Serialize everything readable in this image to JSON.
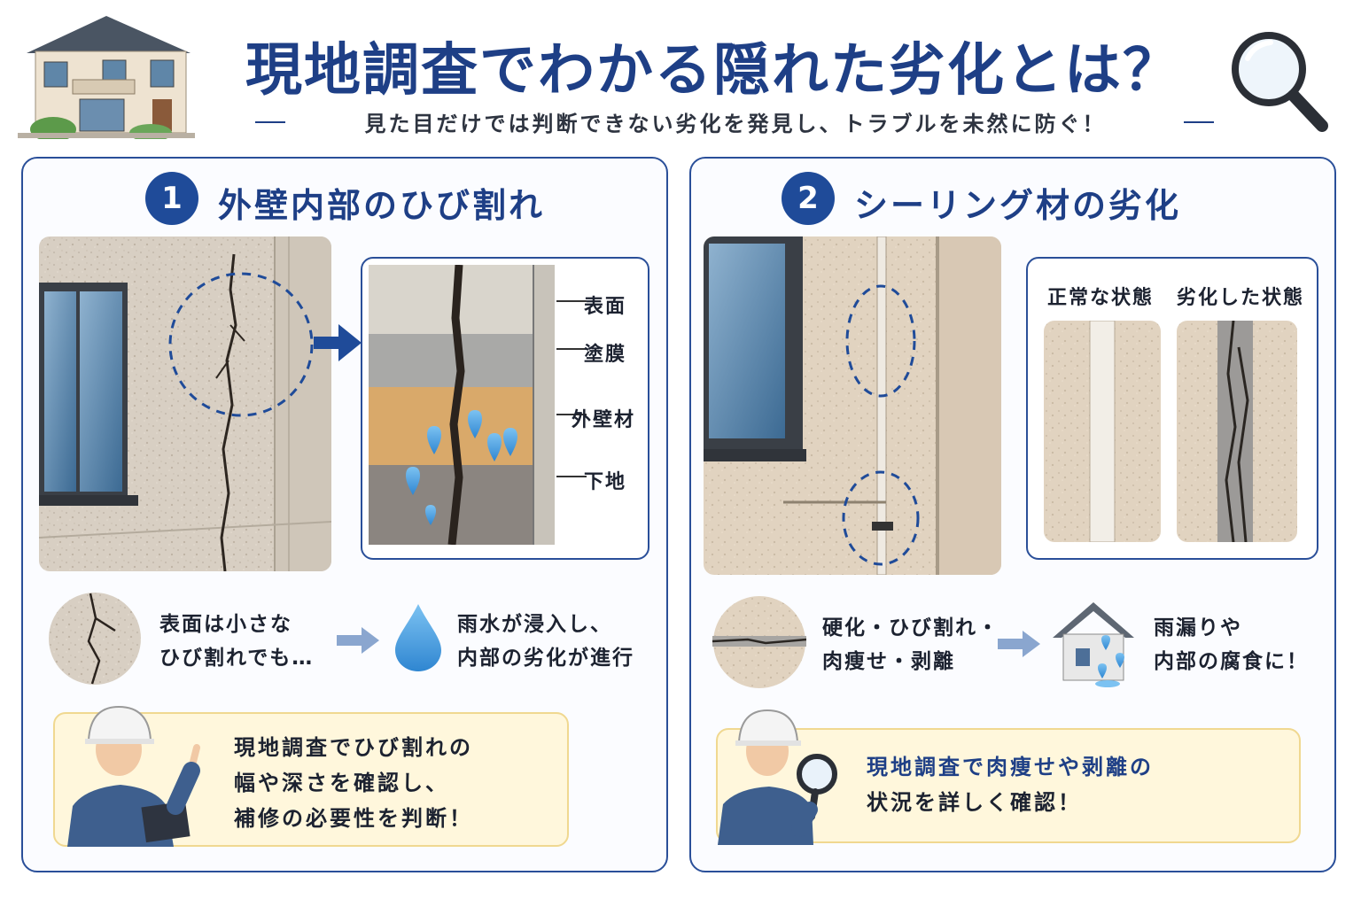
{
  "header": {
    "title": "現地調査でわかる隠れた劣化とは？",
    "subtitle": "見た目だけでは判断できない劣化を発見し、トラブルを未然に防ぐ！",
    "icons": [
      "house-illustration-icon",
      "magnifier-icon"
    ]
  },
  "panel1": {
    "number": "1",
    "title": "外壁内部のひび割れ",
    "layers": [
      "表面",
      "塗膜",
      "外壁材",
      "下地"
    ],
    "step1_lines": [
      "表面は小さな",
      "ひび割れでも…"
    ],
    "step2_lines": [
      "雨水が浸入し、",
      "内部の劣化が進行"
    ],
    "note_lines": [
      "現地調査でひび割れの",
      "幅や深さを確認し、",
      "補修の必要性を判断！"
    ]
  },
  "panel2": {
    "number": "2",
    "title": "シーリング材の劣化",
    "compare_labels": [
      "正常な状態",
      "劣化した状態"
    ],
    "step1_lines": [
      "硬化・ひび割れ・",
      "肉痩せ・剥離"
    ],
    "step2_lines": [
      "雨漏りや",
      "内部の腐食に！"
    ],
    "note_lines": [
      "現地調査で肉痩せや剥離の",
      "状況を詳しく確認！"
    ]
  },
  "colors": {
    "brand_navy": "#1e3f86",
    "panel_border": "#2a4f99",
    "note_bg": "#fff7dc",
    "wall_beige": "#d9cfc1",
    "water_blue": "#4a9fe0"
  }
}
